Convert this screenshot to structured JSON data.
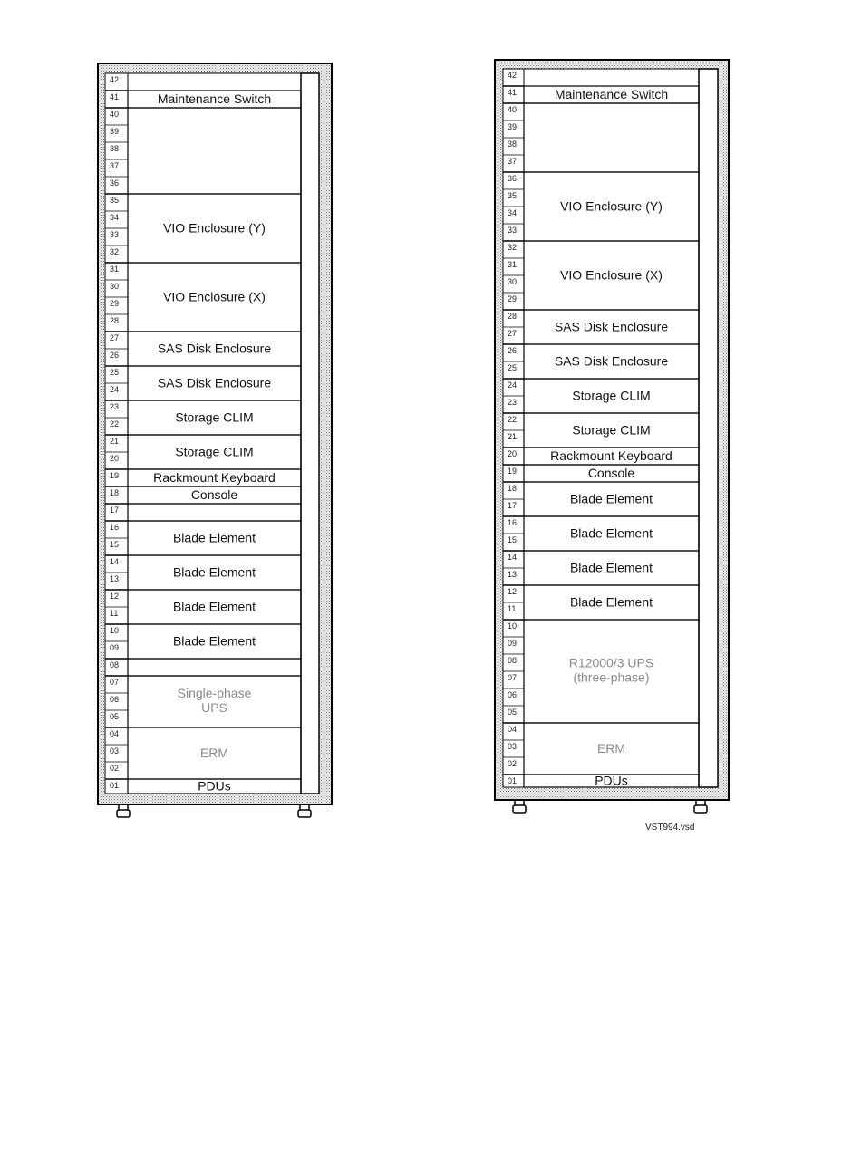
{
  "colors": {
    "frame_fill": "#e4e4e4",
    "stroke": "#000000",
    "text": "#111111",
    "muted_text": "#8a8a8a"
  },
  "racks": [
    {
      "units": [
        "42",
        "41",
        "40",
        "39",
        "38",
        "37",
        "36",
        "35",
        "34",
        "33",
        "32",
        "31",
        "30",
        "29",
        "28",
        "27",
        "26",
        "25",
        "24",
        "23",
        "22",
        "21",
        "20",
        "19",
        "18",
        "17",
        "16",
        "15",
        "14",
        "13",
        "12",
        "11",
        "10",
        "09",
        "08",
        "07",
        "06",
        "05",
        "04",
        "03",
        "02",
        "01"
      ],
      "components": [
        {
          "label": "Maintenance Switch"
        },
        {
          "label": ""
        },
        {
          "label": "VIO Enclosure (Y)"
        },
        {
          "label": "VIO Enclosure (X)"
        },
        {
          "label": "SAS Disk Enclosure"
        },
        {
          "label": "SAS Disk Enclosure"
        },
        {
          "label": "Storage CLIM"
        },
        {
          "label": "Storage CLIM"
        },
        {
          "label": "Rackmount Keyboard"
        },
        {
          "label": "Console"
        },
        {
          "label": ""
        },
        {
          "label": "Blade Element"
        },
        {
          "label": "Blade Element"
        },
        {
          "label": "Blade Element"
        },
        {
          "label": "Blade Element"
        },
        {
          "label": ""
        },
        {
          "label": "Single-phase",
          "label2": "UPS",
          "muted": true
        },
        {
          "label": "ERM",
          "muted": true
        },
        {
          "label": "PDUs"
        }
      ]
    },
    {
      "units": [
        "42",
        "41",
        "40",
        "39",
        "38",
        "37",
        "36",
        "35",
        "34",
        "33",
        "32",
        "31",
        "30",
        "29",
        "28",
        "27",
        "26",
        "25",
        "24",
        "23",
        "22",
        "21",
        "20",
        "19",
        "18",
        "17",
        "16",
        "15",
        "14",
        "13",
        "12",
        "11",
        "10",
        "09",
        "08",
        "07",
        "06",
        "05",
        "04",
        "03",
        "02",
        "01"
      ],
      "components": [
        {
          "label": "Maintenance Switch"
        },
        {
          "label": ""
        },
        {
          "label": "VIO Enclosure (Y)"
        },
        {
          "label": "VIO Enclosure (X)"
        },
        {
          "label": "SAS Disk Enclosure"
        },
        {
          "label": "SAS Disk Enclosure"
        },
        {
          "label": "Storage CLIM"
        },
        {
          "label": "Storage CLIM"
        },
        {
          "label": "Rackmount Keyboard"
        },
        {
          "label": "Console"
        },
        {
          "label": "Blade Element"
        },
        {
          "label": "Blade Element"
        },
        {
          "label": "Blade Element"
        },
        {
          "label": "Blade Element"
        },
        {
          "label": "R12000/3 UPS",
          "label2": "(three-phase)",
          "muted": true
        },
        {
          "label": "ERM",
          "muted": true
        },
        {
          "label": "PDUs"
        }
      ]
    }
  ],
  "file_label": "VST994.vsd"
}
